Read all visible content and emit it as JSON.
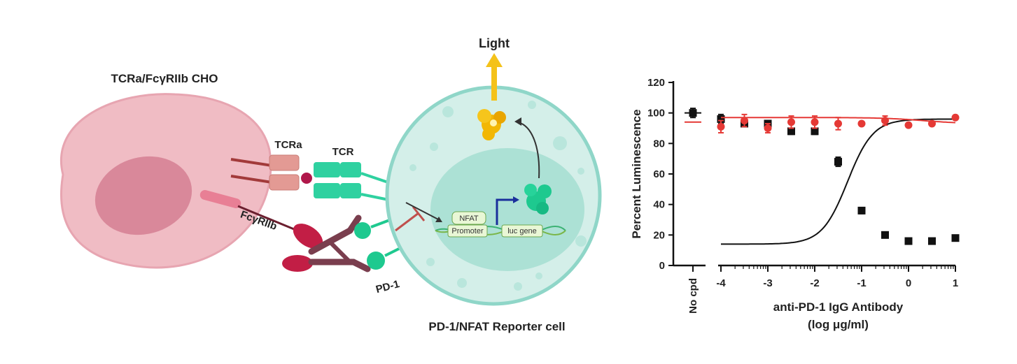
{
  "diagram": {
    "labels": {
      "light": "Light",
      "cho_cell": "TCRa/FcγRIIb CHO",
      "tcra": "TCRa",
      "tcr": "TCR",
      "fcgr": "FcγRIIb",
      "pd1": "PD-1",
      "reporter_cell": "PD-1/NFAT Reporter cell",
      "nfat": "NFAT",
      "promoter": "Promoter",
      "luc_gene": "luc gene"
    },
    "colors": {
      "cho_body": "#f0bcc4",
      "cho_nucleus": "#d9889a",
      "reporter_body": "#d4efe9",
      "reporter_border": "#8fd6c8",
      "reporter_nucleus": "#9fdccd",
      "tcr": "#2fd1a0",
      "tcra": "#e39a94",
      "antibody": "#7a3e4e",
      "fcgr": "#c21e45",
      "light_arrow": "#f4c21a",
      "luciferase": "#f2b705",
      "inhibit": "#c0504d"
    }
  },
  "chart_data": {
    "type": "scatter",
    "xlabel_line1": "anti-PD-1 IgG Antibody",
    "xlabel_line2": "(log μg/ml)",
    "ylabel": "Percent Luminescence",
    "xlim": [
      -4,
      1
    ],
    "ylim": [
      0,
      120
    ],
    "x_ticks": [
      "-4",
      "-3",
      "-2",
      "-1",
      "0",
      "1"
    ],
    "y_ticks": [
      "0",
      "20",
      "40",
      "60",
      "80",
      "100",
      "120"
    ],
    "no_cpd_label": "No cpd",
    "series": [
      {
        "color": "#111111",
        "marker": "square",
        "no_cpd": 100,
        "no_cpd_err": 3,
        "x": [
          -4,
          -3.5,
          -3,
          -2.5,
          -2,
          -1.5,
          -1,
          -0.5,
          0,
          0.5,
          1
        ],
        "y": [
          96,
          93,
          93,
          88,
          88,
          68,
          36,
          20,
          16,
          16,
          18
        ],
        "err": [
          3,
          2,
          2,
          2,
          2,
          3,
          2,
          1,
          1,
          1,
          1
        ],
        "fit": {
          "top": 96,
          "bottom": 14,
          "logec50": -1.3,
          "hill": -1.6
        }
      },
      {
        "color": "#e53935",
        "marker": "circle",
        "no_cpd": 94,
        "no_cpd_err": 0,
        "x": [
          -4,
          -3.5,
          -3,
          -2.5,
          -2,
          -1.5,
          -1,
          -0.5,
          0,
          0.5,
          1
        ],
        "y": [
          91,
          95,
          90,
          94,
          94,
          93,
          93,
          95,
          92,
          93,
          97
        ],
        "err": [
          4,
          4,
          3,
          4,
          4,
          4,
          1,
          3,
          1,
          1,
          1
        ],
        "fit": {
          "top": 97,
          "bottom": 93,
          "logec50": 0.3,
          "hill": 1
        }
      }
    ]
  }
}
